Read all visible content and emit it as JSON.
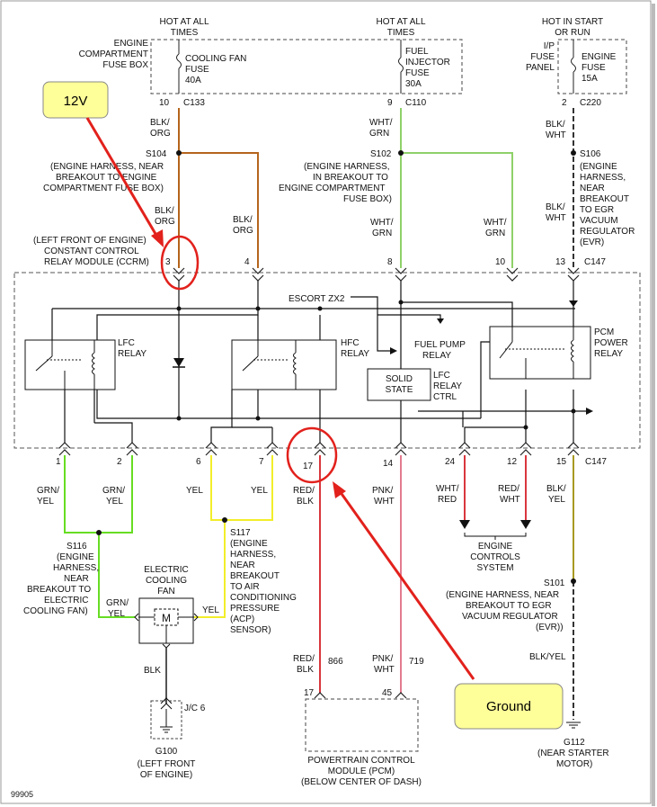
{
  "doc_number": "99905",
  "supplies": {
    "left": [
      "HOT AT ALL",
      "TIMES"
    ],
    "mid": [
      "HOT AT ALL",
      "TIMES"
    ],
    "right": [
      "HOT IN START",
      "OR RUN"
    ]
  },
  "fuse_boxes": {
    "engine_comp": [
      "ENGINE",
      "COMPARTMENT",
      "FUSE BOX"
    ],
    "ip_panel": [
      "I/P",
      "FUSE",
      "PANEL"
    ]
  },
  "fuses": {
    "cooling_fan": [
      "COOLING FAN",
      "FUSE",
      "40A"
    ],
    "fuel_injector": [
      "FUEL",
      "INJECTOR",
      "FUSE",
      "30A"
    ],
    "engine": [
      "ENGINE",
      "FUSE",
      "15A"
    ]
  },
  "pins": {
    "top_10": "10",
    "top_9": "9",
    "top_2": "2",
    "c_3": "3",
    "c_4": "4",
    "c_8": "8",
    "c_10": "10",
    "c_13": "13",
    "b_1": "1",
    "b_2": "2",
    "b_6": "6",
    "b_7": "7",
    "b_17": "17",
    "b_14": "14",
    "b_24": "24",
    "b_12": "12",
    "b_15": "15",
    "pcm_17": "17",
    "pcm_45": "45",
    "jc_6": "J/C 6"
  },
  "connectors": {
    "c133": "C133",
    "c110": "C110",
    "c220": "C220",
    "c147_top": "C147",
    "c147_bottom": "C147"
  },
  "wires": {
    "blk_org_1": [
      "BLK/",
      "ORG"
    ],
    "blk_org_2": [
      "BLK/",
      "ORG"
    ],
    "blk_org_3": [
      "BLK/",
      "ORG"
    ],
    "wht_grn_1": [
      "WHT/",
      "GRN"
    ],
    "wht_grn_2": [
      "WHT/",
      "GRN"
    ],
    "wht_grn_3": [
      "WHT/",
      "GRN"
    ],
    "blk_wht_1": [
      "BLK/",
      "WHT"
    ],
    "blk_wht_2": [
      "BLK/",
      "WHT"
    ],
    "grn_yel_1": [
      "GRN/",
      "YEL"
    ],
    "grn_yel_2": [
      "GRN/",
      "YEL"
    ],
    "grn_yel_3": [
      "GRN/",
      "YEL"
    ],
    "yel_1": "YEL",
    "yel_2": "YEL",
    "yel_3": "YEL",
    "red_blk_1": [
      "RED/",
      "BLK"
    ],
    "red_blk_2": [
      "RED/",
      "BLK"
    ],
    "pnk_wht_1": [
      "PNK/",
      "WHT"
    ],
    "pnk_wht_2": [
      "PNK/",
      "WHT"
    ],
    "wht_red": [
      "WHT/",
      "RED"
    ],
    "red_wht": [
      "RED/",
      "WHT"
    ],
    "blk_yel_1": [
      "BLK/",
      "YEL"
    ],
    "blk_yel_2": "BLK/YEL",
    "blk": "BLK",
    "circuit_866": "866",
    "circuit_719": "719"
  },
  "splices": {
    "s104": [
      "S104",
      "(ENGINE HARNESS, NEAR",
      "BREAKOUT TO ENGINE",
      "COMPARTMENT FUSE BOX)"
    ],
    "s102": [
      "S102",
      "(ENGINE HARNESS,",
      "IN BREAKOUT TO",
      "ENGINE COMPARTMENT",
      "FUSE BOX)"
    ],
    "s106": [
      "S106",
      "(ENGINE",
      "HARNESS,",
      "NEAR",
      "BREAKOUT",
      "TO EGR",
      "VACUUM",
      "REGULATOR",
      "(EVR)"
    ],
    "s116": [
      "S116",
      "(ENGINE",
      "HARNESS,",
      "NEAR",
      "BREAKOUT TO",
      "ELECTRIC",
      "COOLING FAN)"
    ],
    "s117": [
      "S117",
      "(ENGINE",
      "HARNESS,",
      "NEAR",
      "BREAKOUT",
      "TO AIR",
      "CONDITIONING",
      "PRESSURE",
      "(ACP)",
      "SENSOR)"
    ],
    "s101": [
      "S101",
      "(ENGINE HARNESS, NEAR",
      "BREAKOUT TO EGR",
      "VACUUM REGULATOR",
      "(EVR))"
    ]
  },
  "module": {
    "ccrm": [
      "(LEFT FRONT OF ENGINE)",
      "CONSTANT CONTROL",
      "RELAY MODULE (CCRM)"
    ],
    "escort": "ESCORT ZX2",
    "lfc_relay": [
      "LFC",
      "RELAY"
    ],
    "hfc_relay": [
      "HFC",
      "RELAY"
    ],
    "fuel_pump": [
      "FUEL PUMP",
      "RELAY"
    ],
    "pcm_power": [
      "PCM",
      "POWER",
      "RELAY"
    ],
    "solid_state": [
      "SOLID",
      "STATE"
    ],
    "lfc_ctrl": [
      "LFC",
      "RELAY",
      "CTRL"
    ]
  },
  "components": {
    "fan": [
      "ELECTRIC",
      "COOLING",
      "FAN"
    ],
    "motor": "M",
    "ecs": [
      "ENGINE",
      "CONTROLS",
      "SYSTEM"
    ],
    "pcm": [
      "POWERTRAIN CONTROL",
      "MODULE (PCM)",
      "(BELOW CENTER OF DASH)"
    ],
    "g100": [
      "G100",
      "(LEFT FRONT",
      "OF ENGINE)"
    ],
    "g112": [
      "G112",
      "(NEAR STARTER",
      "MOTOR)"
    ]
  },
  "callouts": {
    "voltage": "12V",
    "ground": "Ground"
  },
  "colors": {
    "wire_blk_org": "#b5651d",
    "wire_wht_grn": "#8fd16a",
    "wire_grn_yel": "#66dd22",
    "wire_yel": "#f2ee2a",
    "wire_red_blk": "#d9363e",
    "wire_pnk_wht": "#e37b8f",
    "wire_red": "#d9363e",
    "wire_blk_yel": "#a89a22",
    "callout_fill": "#ffff99",
    "annotation_red": "#e2211c"
  }
}
